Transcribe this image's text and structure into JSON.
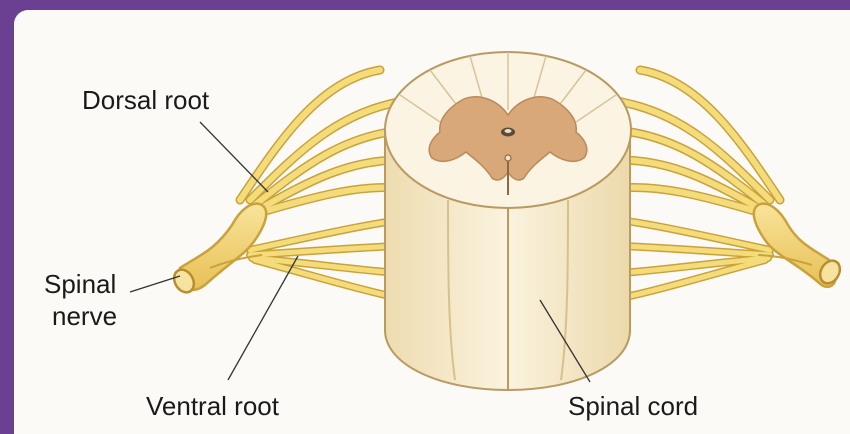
{
  "diagram": {
    "labels": {
      "dorsal_root": "Dorsal root",
      "spinal_nerve_line1": "Spinal",
      "spinal_nerve_line2": "nerve",
      "ventral_root": "Ventral root",
      "spinal_cord": "Spinal cord"
    },
    "colors": {
      "frame": "#6b3f92",
      "background": "#fbfaf6",
      "nerve": "#f3d56c",
      "nerve_edge": "#c9a23c",
      "white_matter": "#f6ecd0",
      "gray_matter": "#d9a878",
      "outline": "#b89a62"
    }
  }
}
